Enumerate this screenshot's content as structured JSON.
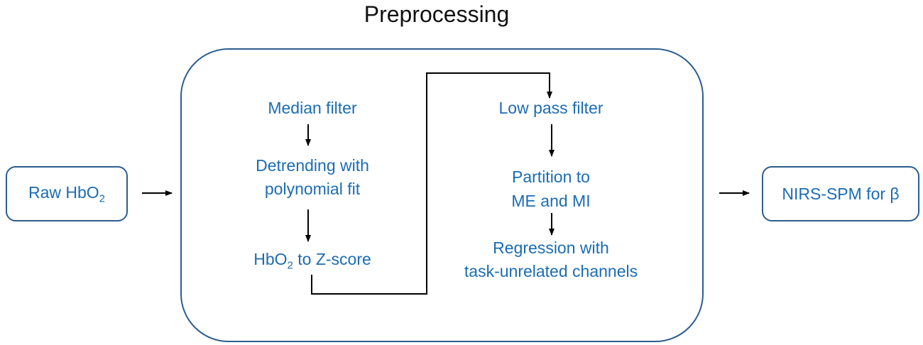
{
  "title": "Preprocessing",
  "input": {
    "label_main": "Raw  HbO",
    "label_sub": "2"
  },
  "output": {
    "label": "NIRS-SPM for β"
  },
  "left_steps": {
    "step1": "Median filter",
    "step2_line1": "Detrending with",
    "step2_line2": "polynomial fit",
    "step3_main": "HbO",
    "step3_sub": "2",
    "step3_rest": " to Z-score"
  },
  "right_steps": {
    "step1": "Low pass filter",
    "step2_line1": "Partition to",
    "step2_line2": "ME and MI",
    "step3_line1": "Regression with",
    "step3_line2": "task-unrelated channels"
  },
  "colors": {
    "text_blue": "#1b6cb3",
    "box_border": "#2c5d8f",
    "arrow": "#000000"
  }
}
